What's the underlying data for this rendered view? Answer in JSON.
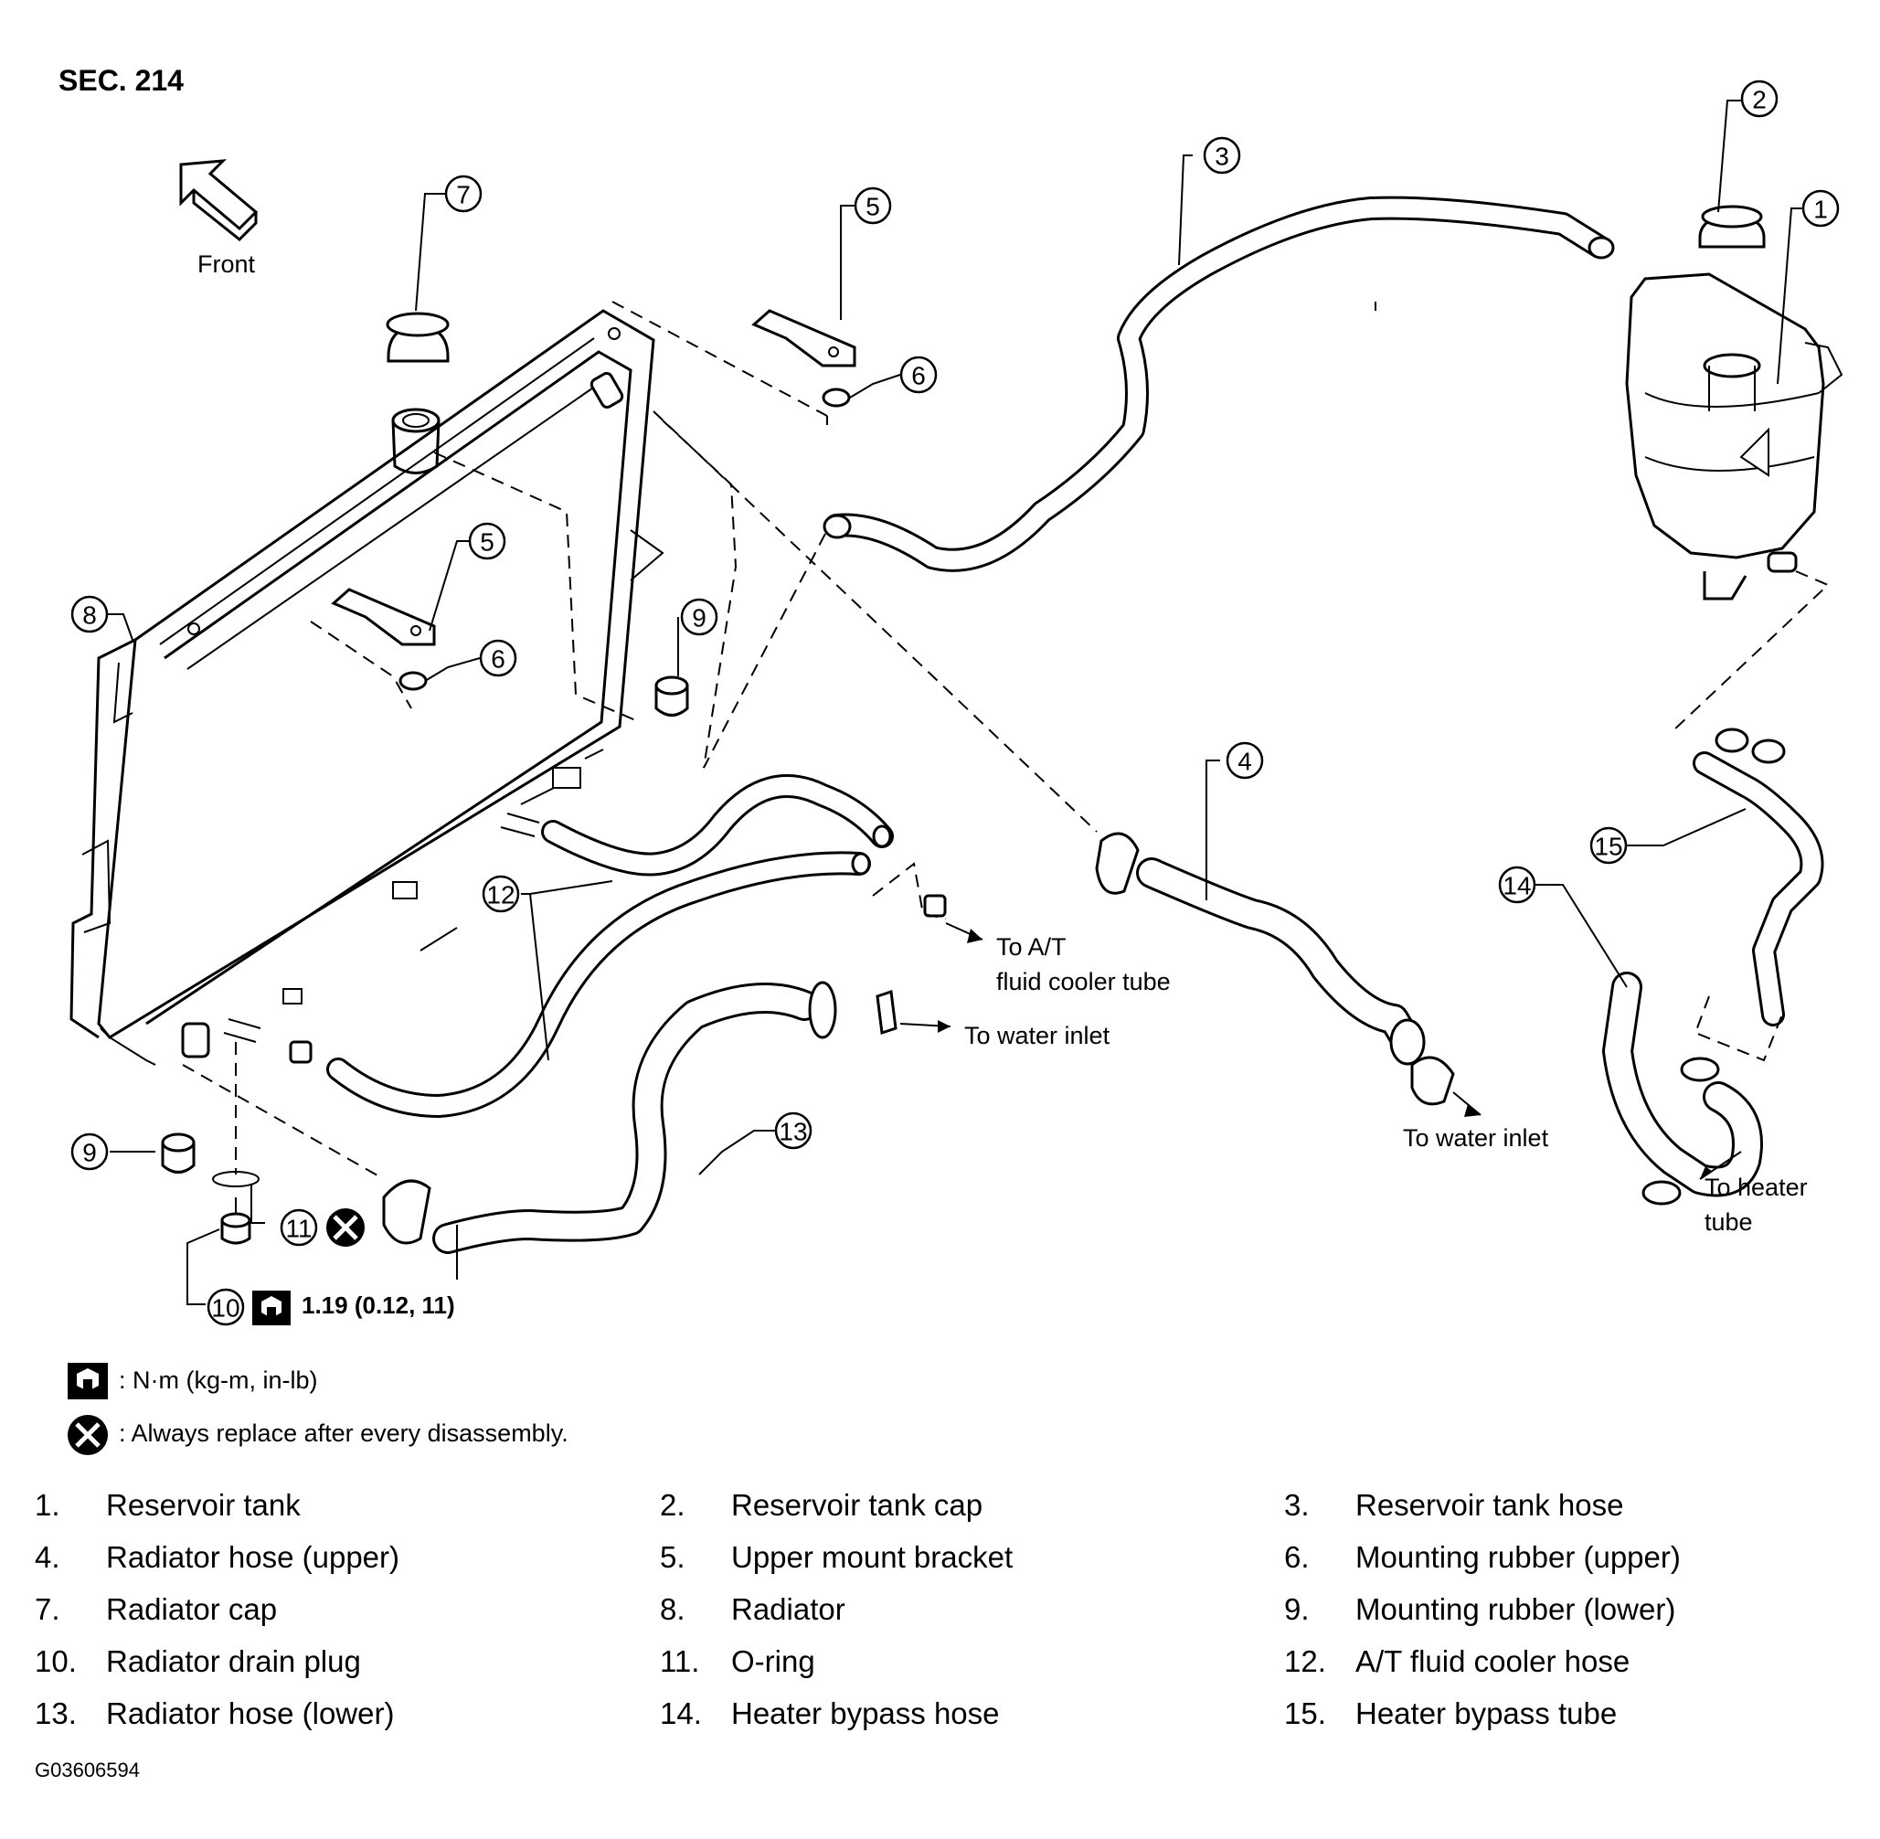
{
  "section_title": "SEC. 214",
  "front_label": "Front",
  "callouts": [
    "1",
    "2",
    "3",
    "4",
    "5",
    "5",
    "6",
    "6",
    "7",
    "8",
    "9",
    "9",
    "10",
    "11",
    "12",
    "13",
    "14",
    "15"
  ],
  "destinations": {
    "at_fluid_cooler_line1": "To A/T",
    "at_fluid_cooler_line2": "fluid cooler tube",
    "water_inlet_lower": "To water inlet",
    "water_inlet_upper": "To water inlet",
    "heater_tube_line1": "To heater",
    "heater_tube_line2": "tube"
  },
  "torque_value": "1.19 (0.12, 11)",
  "legend": {
    "torque_units": ": N·m (kg-m, in-lb)",
    "replace_note": ": Always replace after every disassembly."
  },
  "parts_list": [
    {
      "num": "1.",
      "name": "Reservoir tank"
    },
    {
      "num": "2.",
      "name": "Reservoir tank cap"
    },
    {
      "num": "3.",
      "name": "Reservoir tank hose"
    },
    {
      "num": "4.",
      "name": "Radiator hose (upper)"
    },
    {
      "num": "5.",
      "name": "Upper mount bracket"
    },
    {
      "num": "6.",
      "name": "Mounting rubber (upper)"
    },
    {
      "num": "7.",
      "name": "Radiator cap"
    },
    {
      "num": "8.",
      "name": "Radiator"
    },
    {
      "num": "9.",
      "name": "Mounting rubber (lower)"
    },
    {
      "num": "10.",
      "name": "Radiator drain plug"
    },
    {
      "num": "11.",
      "name": "O-ring"
    },
    {
      "num": "12.",
      "name": "A/T fluid cooler hose"
    },
    {
      "num": "13.",
      "name": "Radiator hose (lower)"
    },
    {
      "num": "14.",
      "name": "Heater bypass hose"
    },
    {
      "num": "15.",
      "name": "Heater bypass tube"
    }
  ],
  "figure_id": "G03606594",
  "icons": {
    "torque": "wrench-torque-icon",
    "replace": "x-circle-replace-icon",
    "front": "front-arrow-icon"
  }
}
